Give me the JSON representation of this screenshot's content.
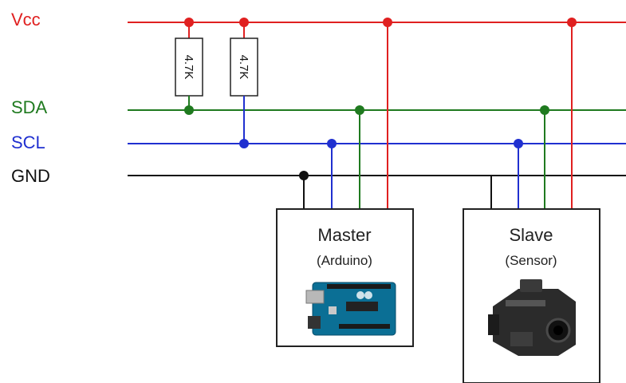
{
  "buses": {
    "vcc": {
      "label": "Vcc",
      "color": "#e02020"
    },
    "sda": {
      "label": "SDA",
      "color": "#1f7a1f"
    },
    "scl": {
      "label": "SCL",
      "color": "#2030d0"
    },
    "gnd": {
      "label": "GND",
      "color": "#111111"
    }
  },
  "resistors": [
    {
      "label": "4.7K"
    },
    {
      "label": "4.7K"
    }
  ],
  "devices": {
    "master": {
      "title": "Master",
      "subtitle": "(Arduino)",
      "image": "arduino-board-image"
    },
    "slave": {
      "title": "Slave",
      "subtitle": "(Sensor)",
      "image": "sensor-image"
    }
  }
}
